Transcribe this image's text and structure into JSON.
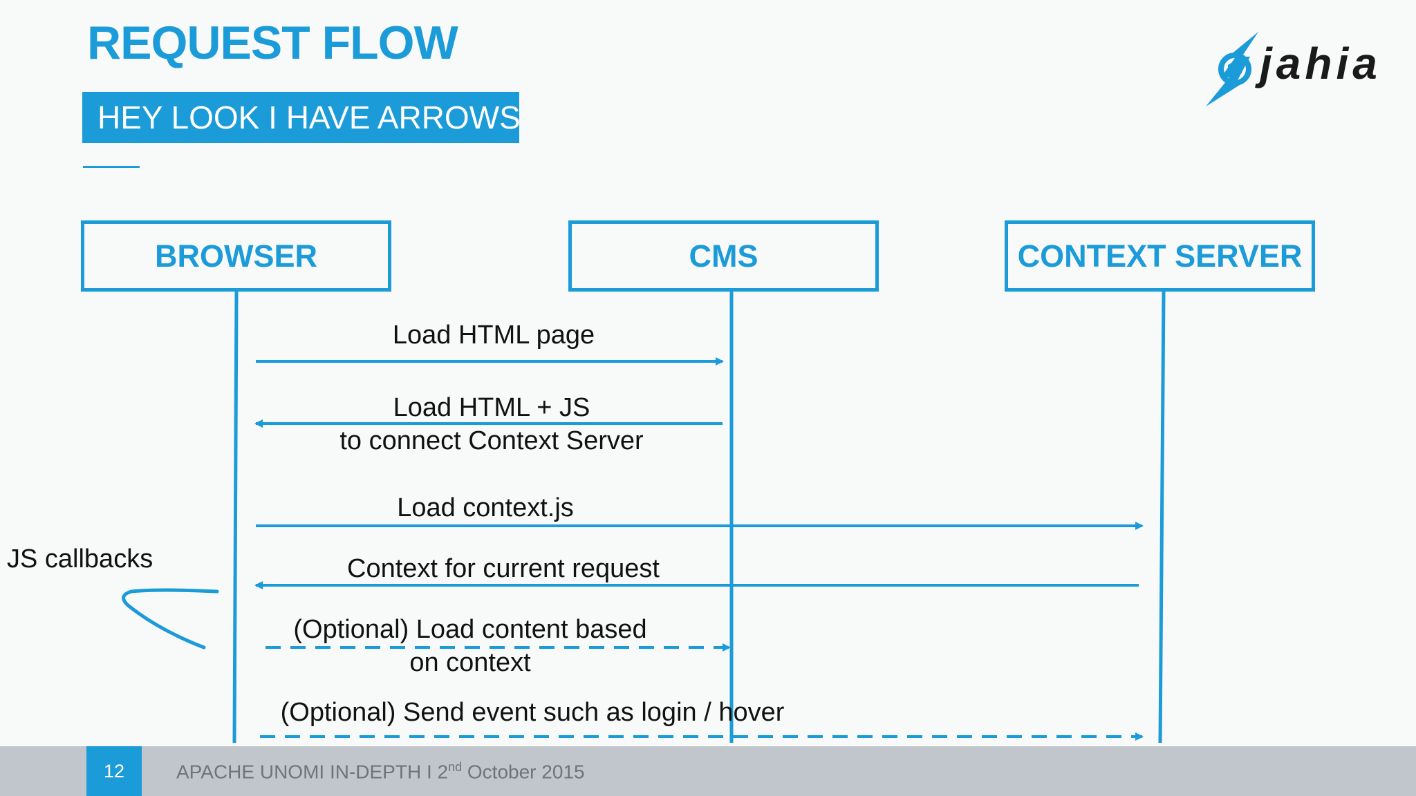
{
  "slide": {
    "title": "REQUEST FLOW",
    "subtitle": "HEY LOOK I HAVE ARROWS",
    "logo_text": "jahia"
  },
  "actors": [
    {
      "id": "browser",
      "label": "BROWSER"
    },
    {
      "id": "cms",
      "label": "CMS"
    },
    {
      "id": "context-server",
      "label": "CONTEXT SERVER"
    }
  ],
  "messages": [
    {
      "from": "browser",
      "to": "cms",
      "style": "solid",
      "lines": [
        "Load HTML page"
      ]
    },
    {
      "from": "cms",
      "to": "browser",
      "style": "solid",
      "lines": [
        "Load HTML + JS",
        "to connect Context Server"
      ]
    },
    {
      "from": "browser",
      "to": "context-server",
      "style": "solid",
      "lines": [
        "Load context.js"
      ]
    },
    {
      "from": "context-server",
      "to": "browser",
      "style": "solid",
      "lines": [
        "Context for current request"
      ]
    },
    {
      "from": "browser",
      "to": "cms",
      "style": "dashed",
      "lines": [
        "(Optional) Load content based",
        "on context"
      ]
    },
    {
      "from": "browser",
      "to": "context-server",
      "style": "dashed",
      "lines": [
        "(Optional) Send event such as login / hover"
      ]
    }
  ],
  "annotation": "JS callbacks",
  "footer": {
    "page_number": "12",
    "event": "APACHE UNOMI IN-DEPTH",
    "separator": "I",
    "date_day": "2",
    "date_suffix": "nd",
    "date_rest": "October 2015"
  },
  "colors": {
    "accent": "#1b9bd8",
    "footer_bg": "#c1c6cc",
    "text": "#111111"
  }
}
